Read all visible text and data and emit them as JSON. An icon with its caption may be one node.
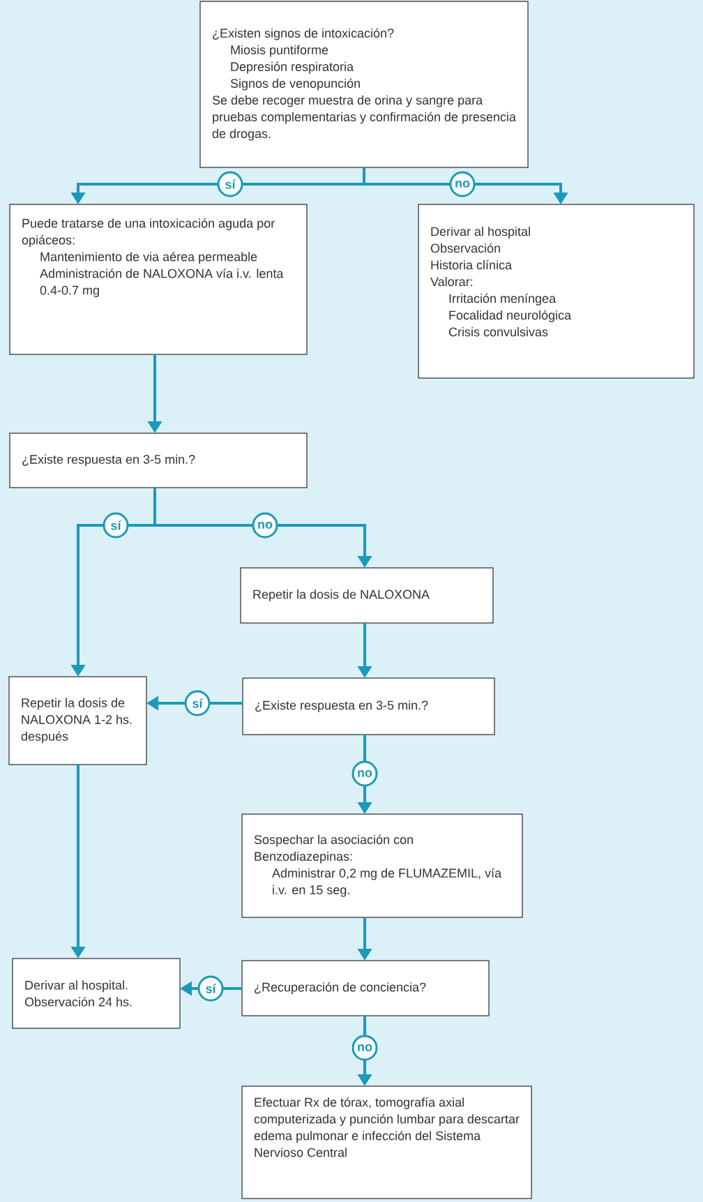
{
  "diagram": {
    "nodes": [
      {
        "text": [
          "¿Existen signos de intoxicación?",
          "Miosis puntiforme",
          "Depresión respiratoria",
          "Signos de venopunción",
          "Se debe recoger muestra de orina y sangre para pruebas complementarias y confirmación de presencia de drogas."
        ]
      },
      {
        "text": [
          "Puede tratarse de una intoxicación aguda por opiáceos:",
          "Mantenimiento de via aérea permeable",
          "Administración de NALOXONA vía i.v. lenta 0.4-0.7 mg"
        ]
      },
      {
        "text": [
          "Derivar al hospital",
          "Observación",
          "Historia clínica",
          "Valorar:",
          "Irritación meníngea",
          "Focalidad neurológica",
          "Crisis convulsivas"
        ]
      },
      {
        "text": [
          "¿Existe respuesta en 3-5 min.?"
        ]
      },
      {
        "text": [
          "Repetir la dosis de NALOXONA"
        ]
      },
      {
        "text": [
          "Repetir la dosis de NALOXONA 1-2 hs. después"
        ]
      },
      {
        "text": [
          "¿Existe respuesta en 3-5 min.?"
        ]
      },
      {
        "text": [
          "Sospechar la asociación con Benzodiazepinas:",
          "Administrar 0,2 mg de FLUMAZEMIL, vía i.v. en 15 seg."
        ]
      },
      {
        "text": [
          "Derivar al hospital.",
          "Observación 24 hs."
        ]
      },
      {
        "text": [
          "¿Recuperación de conciencia?"
        ]
      },
      {
        "text": [
          "Efectuar Rx de tórax, tomografía axial computerizada y punción lumbar para descartar edema pulmonar e infección del Sistema Nervioso Central"
        ]
      }
    ],
    "edges": [
      {
        "from": 0,
        "to": 1,
        "arrow": "to",
        "label": "sí"
      },
      {
        "from": 0,
        "to": 2,
        "arrow": "to",
        "label": "no"
      },
      {
        "from": 1,
        "to": 3,
        "arrow": "to"
      },
      {
        "from": 3,
        "to": 5,
        "arrow": "to",
        "label": "sí"
      },
      {
        "from": 3,
        "to": 4,
        "arrow": "to",
        "label": "no"
      },
      {
        "from": 4,
        "to": 6,
        "arrow": "to"
      },
      {
        "from": 6,
        "to": 5,
        "arrow": "to",
        "label": "sí"
      },
      {
        "from": 6,
        "to": 7,
        "arrow": "to",
        "label": "no"
      },
      {
        "from": 5,
        "to": 8,
        "arrow": "to"
      },
      {
        "from": 7,
        "to": 9,
        "arrow": "to"
      },
      {
        "from": 9,
        "to": 8,
        "arrow": "to",
        "label": "sí"
      },
      {
        "from": 9,
        "to": 10,
        "arrow": "to",
        "label": "no"
      }
    ]
  }
}
